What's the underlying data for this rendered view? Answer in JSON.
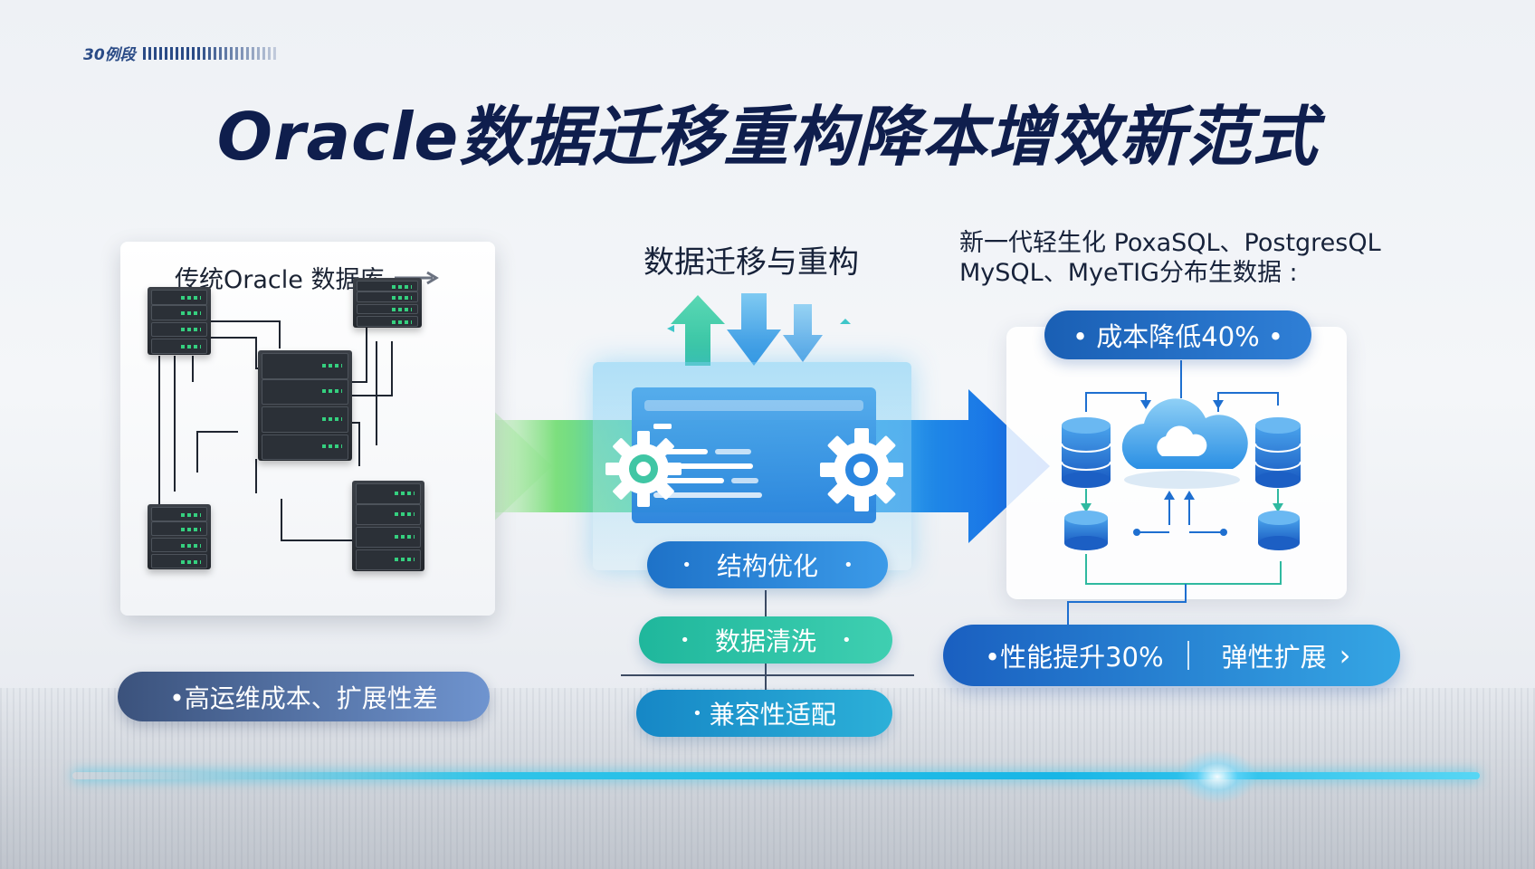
{
  "brand": {
    "text": "30例段"
  },
  "title": "Oracle数据迁移重构降本增效新范式",
  "left": {
    "heading": "传统Oracle 数据库",
    "badge": "•高运维成本、扩展性差"
  },
  "middle": {
    "heading": "数据迁移与重构",
    "steps": [
      {
        "label": "结构优化",
        "dot": "•"
      },
      {
        "label": "数据清洗",
        "dot": "•"
      },
      {
        "label": "兼容性适配",
        "dot": "•"
      }
    ]
  },
  "right": {
    "line1": "新一代轻生化 PoxaSQL、PostgresQL",
    "line2": "MySQL、MyeTIG分布生数据 :",
    "cost_badge": "• 成本降低40% •",
    "perf_label": "•性能提升30%",
    "elastic_label": "弹性扩展",
    "chevron": "›"
  },
  "colors": {
    "title": "#0f1e4d",
    "accent_blue": "#1a5fc0",
    "accent_green": "#1fb79c",
    "accent_cyan": "#2fc4e8",
    "server_led": "#35d07f"
  },
  "icons": [
    "arrow-right-icon",
    "server-icon",
    "gear-icon",
    "arrow-up-icon",
    "arrow-down-icon",
    "database-icon",
    "cloud-icon"
  ]
}
